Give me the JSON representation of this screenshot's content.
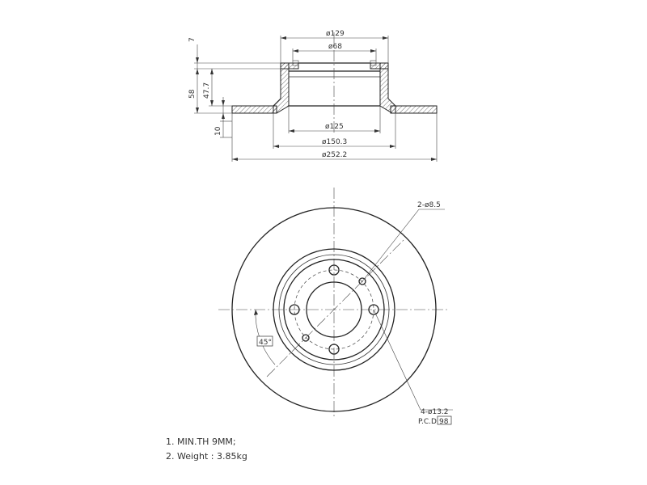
{
  "dimensions": {
    "d129": "ø129",
    "d68": "ø68",
    "d125": "ø125",
    "d150": "ø150.3",
    "d252": "ø252.2",
    "h7": "7",
    "h58": "58",
    "h47": "47.7",
    "h10": "10"
  },
  "front_view": {
    "small_holes": "2-ø8.5",
    "bolt_holes": "4-ø13.2",
    "pcd_label": "P.C.D",
    "pcd_value": "98",
    "angle": "45°"
  },
  "notes": {
    "note1": "1. MIN.TH 9MM;",
    "note2": "2. Weight : 3.85kg"
  }
}
